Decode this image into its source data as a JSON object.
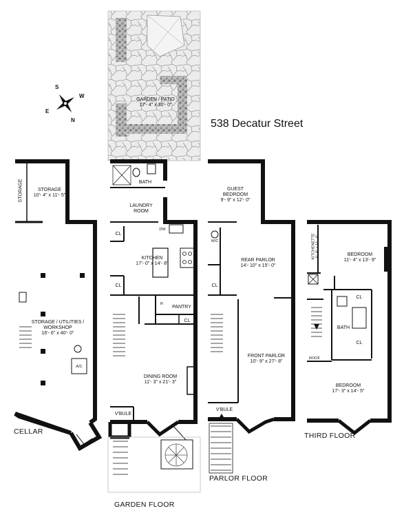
{
  "title": "538 Decatur Street",
  "compass": {
    "s": "S",
    "w": "W",
    "e": "E",
    "n": "N"
  },
  "floors": {
    "cellar": "CELLAR",
    "garden": "GARDEN FLOOR",
    "parlor": "PARLOR  FLOOR",
    "third": "THIRD FLOOR"
  },
  "rooms": {
    "storage_side": "STORAGE",
    "storage_top": {
      "name": "STORAGE",
      "dim": "10'- 4\" x 11'- 5\""
    },
    "storage_main": {
      "name": "STORAGE / UTILITIES /",
      "name2": "WORKSHOP",
      "dim": "16'- 6\" x 40'- 0\""
    },
    "ac": "A/C",
    "garden_patio": {
      "name": "GARDEN / PATIO",
      "dim": "17'- 4\" x 30'- 0\""
    },
    "bath_garden": "BATH",
    "laundry": {
      "name": "LAUNDRY",
      "name2": "ROOM"
    },
    "kitchen": {
      "name": "KITCHEN",
      "dim": "17'- 0\" x 14'- 8\""
    },
    "pantry": "PANTRY",
    "dining": {
      "name": "DINING ROOM",
      "dim": "11'- 3\" x 21'- 3\""
    },
    "vbule": "V'BULE",
    "guest": {
      "name": "GUEST",
      "name2": "BEDROOM",
      "dim": "9'- 9\" x 12'- 0\""
    },
    "wic": "W/C",
    "rear_parlor": {
      "name": "REAR PARLOR",
      "dim": "14'- 10\" x 15'- 0\""
    },
    "front_parlor": {
      "name": "FRONT PARLOR",
      "dim": "10'- 9\" x 27'- 8\""
    },
    "kitchenette": {
      "name": "KITCHENETTE",
      "dim": "5'- 6\" x 11'- 4\""
    },
    "bedroom_rear": {
      "name": "BEDROOM",
      "dim": "11'- 4\" x 13'- 9\""
    },
    "bath_third": "BATH",
    "roof": "ROOF",
    "bedroom_front": {
      "name": "BEDROOM",
      "dim": "17'- 3\" x 14'- 5\""
    },
    "cl": "CL",
    "ref": "R",
    "dw": "DW"
  }
}
